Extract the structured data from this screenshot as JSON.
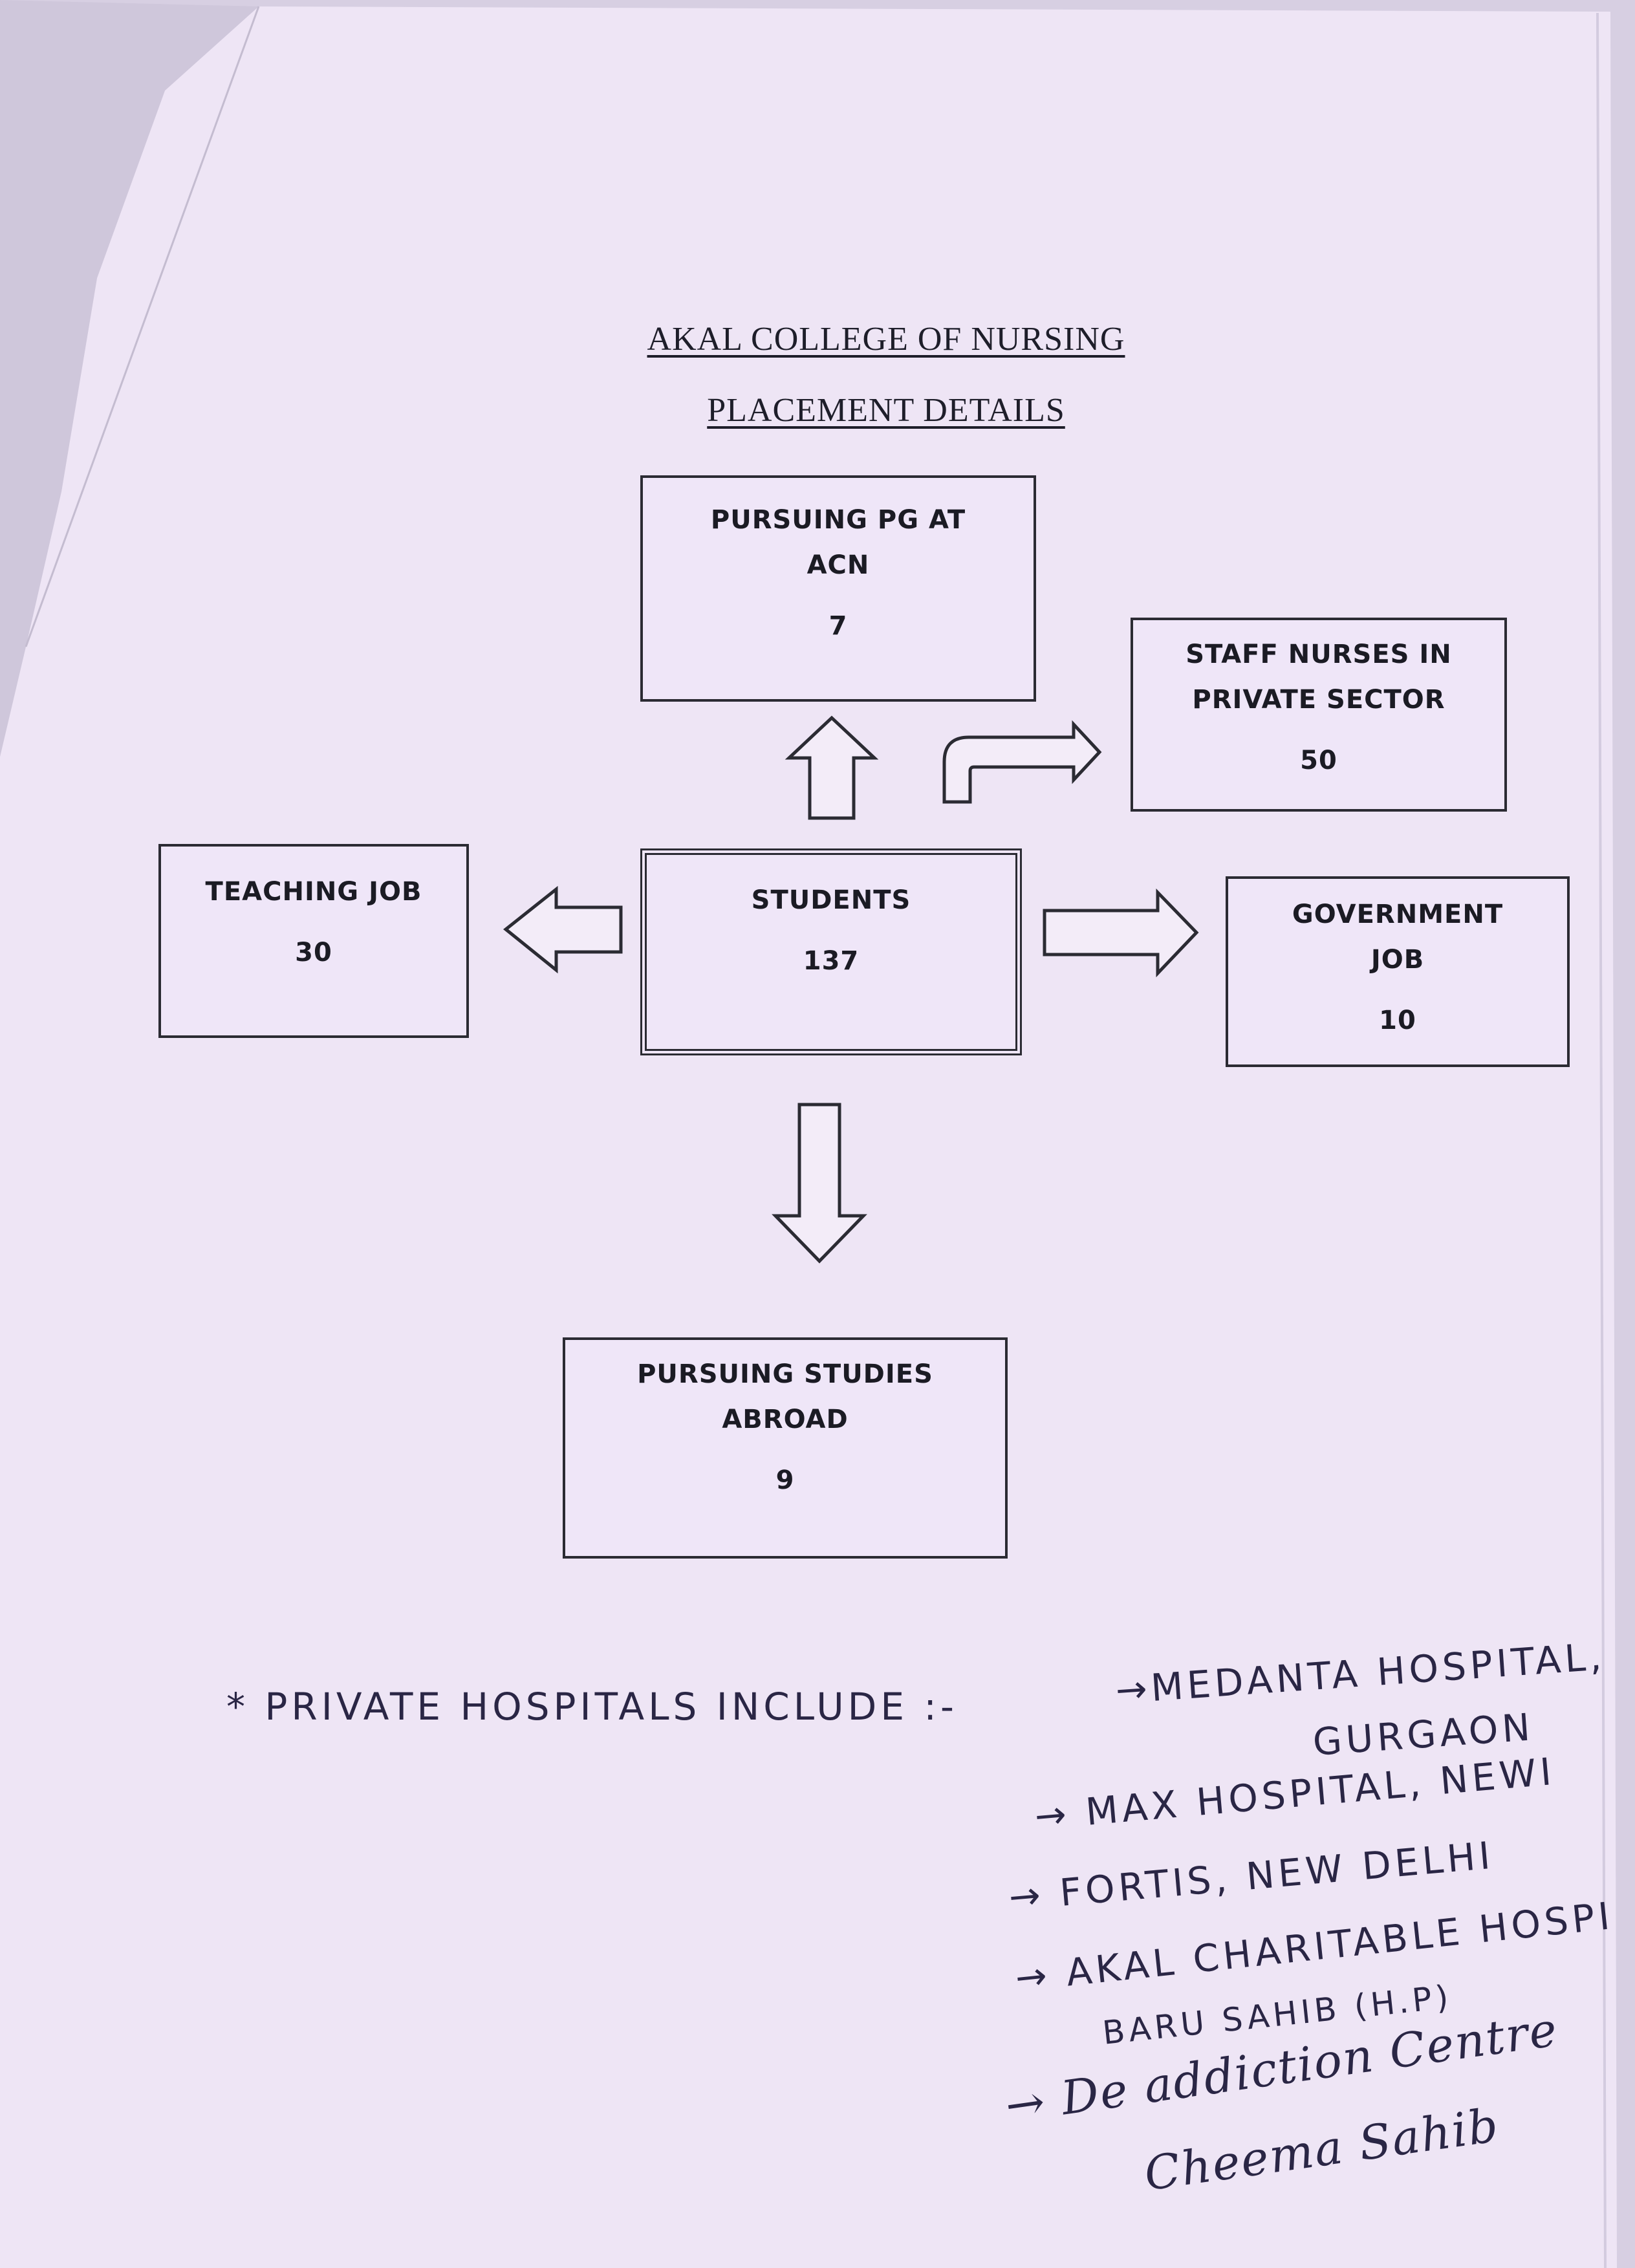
{
  "document": {
    "college_title": "AKAL COLLEGE OF NURSING",
    "subtitle": "PLACEMENT DETAILS"
  },
  "diagram": {
    "center": {
      "label": "STUDENTS",
      "value": "137"
    },
    "pursuing_pg": {
      "line1": "PURSUING PG AT",
      "line2": "ACN",
      "value": "7"
    },
    "staff_nurses": {
      "line1": "STAFF NURSES IN",
      "line2": "PRIVATE SECTOR",
      "value": "50"
    },
    "teaching": {
      "label": "TEACHING JOB",
      "value": "30"
    },
    "government": {
      "line1": "GOVERNMENT",
      "line2": "JOB",
      "value": "10"
    },
    "abroad": {
      "line1": "PURSUING STUDIES",
      "line2": "ABROAD",
      "value": "9"
    }
  },
  "handwritten_note": {
    "lead": "* PRIVATE HOSPITALS INCLUDE :-",
    "items": [
      {
        "line1": "→MEDANTA HOSPITAL,",
        "line2": "GURGAON"
      },
      {
        "line1": "→ MAX HOSPITAL, NEWI"
      },
      {
        "line1": "→ FORTIS, NEW DELHI"
      },
      {
        "line1": "→ AKAL CHARITABLE HOSPI",
        "line2": "BARU SAHIB (H.P)"
      },
      {
        "line1": "→ De addiction Centre",
        "line2": "Cheema Sahib"
      }
    ]
  },
  "colors": {
    "paper": "#ece3f3",
    "ink": "#1b1b24",
    "handwriting": "#2a2645"
  }
}
